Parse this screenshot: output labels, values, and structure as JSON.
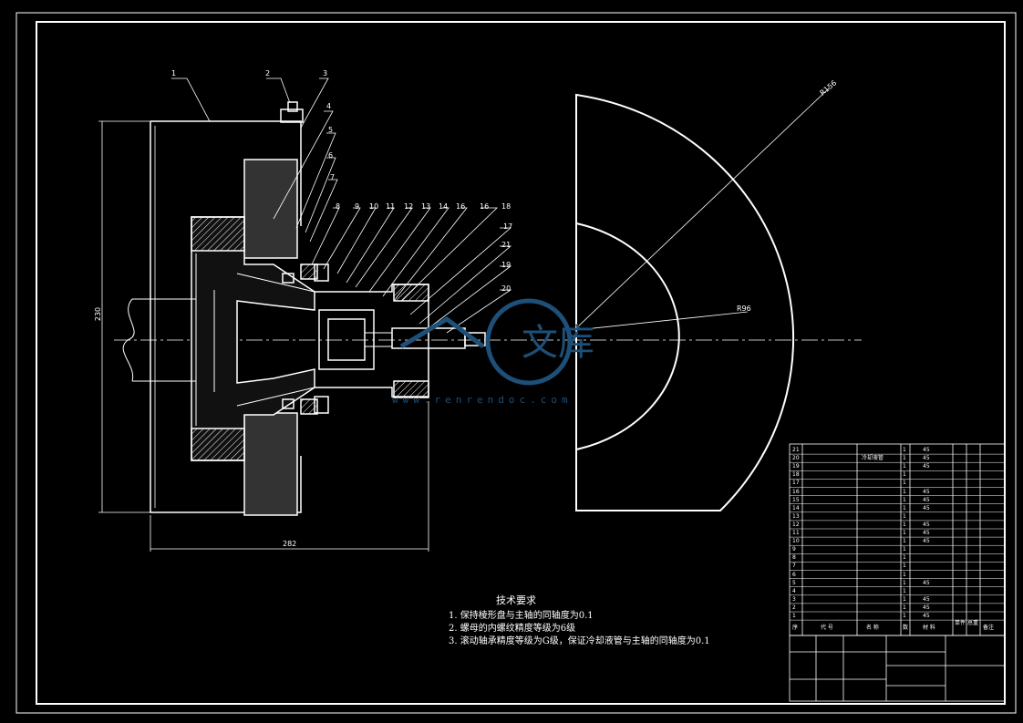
{
  "part_numbers": [
    "1",
    "2",
    "3",
    "4",
    "5",
    "6",
    "7",
    "8",
    "9",
    "10",
    "11",
    "12",
    "13",
    "14",
    "16",
    "16",
    "18",
    "17",
    "21",
    "19",
    "20"
  ],
  "dimensions": {
    "height": "230",
    "width": "282",
    "outer_radius": "R156",
    "inner_radius": "R96"
  },
  "technical_requirements": {
    "title": "技术要求",
    "items": [
      "1. 保持棱形盘与主轴的同轴度为0.1",
      "2. 螺母的内螺纹精度等级为6级",
      "3. 滚动轴承精度等级为G级，保证冷却液管与主轴的同轴度为0.1"
    ]
  },
  "bom_header": {
    "seq": "序",
    "code": "代 号",
    "name": "名 称",
    "qty": "数",
    "material": "材 料",
    "single_weight": "单件",
    "total_weight": "总重",
    "remark": "备注"
  },
  "bom_rows": [
    {
      "seq": "21",
      "code": "",
      "name": "",
      "qty": "1",
      "material": "45"
    },
    {
      "seq": "20",
      "code": "",
      "name": "冷却液管",
      "qty": "1",
      "material": "45"
    },
    {
      "seq": "19",
      "code": "",
      "name": "",
      "qty": "1",
      "material": "45"
    },
    {
      "seq": "18",
      "code": "",
      "name": "",
      "qty": "1",
      "material": ""
    },
    {
      "seq": "17",
      "code": "",
      "name": "",
      "qty": "1",
      "material": ""
    },
    {
      "seq": "16",
      "code": "",
      "name": "",
      "qty": "1",
      "material": "45"
    },
    {
      "seq": "15",
      "code": "",
      "name": "",
      "qty": "1",
      "material": "45"
    },
    {
      "seq": "14",
      "code": "",
      "name": "",
      "qty": "1",
      "material": "45"
    },
    {
      "seq": "13",
      "code": "",
      "name": "",
      "qty": "1",
      "material": ""
    },
    {
      "seq": "12",
      "code": "",
      "name": "",
      "qty": "1",
      "material": "45"
    },
    {
      "seq": "11",
      "code": "",
      "name": "",
      "qty": "1",
      "material": "45"
    },
    {
      "seq": "10",
      "code": "",
      "name": "",
      "qty": "1",
      "material": "45"
    },
    {
      "seq": "9",
      "code": "",
      "name": "",
      "qty": "1",
      "material": ""
    },
    {
      "seq": "8",
      "code": "",
      "name": "",
      "qty": "1",
      "material": ""
    },
    {
      "seq": "7",
      "code": "",
      "name": "",
      "qty": "1",
      "material": ""
    },
    {
      "seq": "6",
      "code": "",
      "name": "",
      "qty": "1",
      "material": ""
    },
    {
      "seq": "5",
      "code": "",
      "name": "",
      "qty": "1",
      "material": "45"
    },
    {
      "seq": "4",
      "code": "",
      "name": "",
      "qty": "1",
      "material": ""
    },
    {
      "seq": "3",
      "code": "",
      "name": "",
      "qty": "1",
      "material": "45"
    },
    {
      "seq": "2",
      "code": "",
      "name": "",
      "qty": "1",
      "material": "45"
    },
    {
      "seq": "1",
      "code": "",
      "name": "",
      "qty": "1",
      "material": "45"
    }
  ],
  "watermark": {
    "text": "www.renrendoc.com",
    "logo_chars": "文库"
  }
}
